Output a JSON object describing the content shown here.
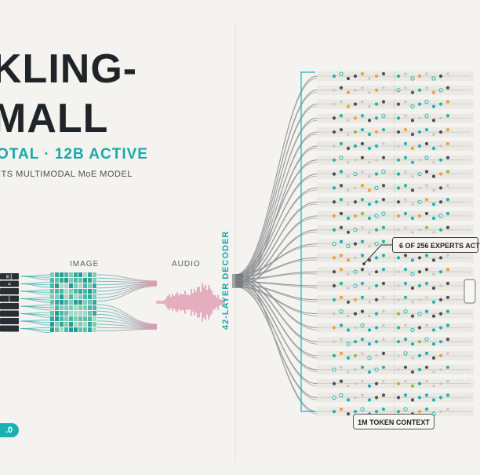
{
  "title": {
    "line1": "KLING-",
    "line2": "MALL"
  },
  "subtitle": "OTAL · 12B ACTIVE",
  "tagline": "ITS MULTIMODAL MoE MODEL",
  "sections": {
    "image": "IMAGE",
    "audio": "AUDIO"
  },
  "decoder_label": "42-LAYER DECODER",
  "experts_callout": "6 OF 256 EXPERTS ACT",
  "context_label": "1M TOKEN CONTEXT",
  "version_badge": ".0",
  "text_panel_glyphs": [
    "m]",
    "=",
    "",
    "[",
    "",
    "",
    "",
    ""
  ],
  "colors": {
    "accent_teal": "#17b3b4",
    "expert_orange": "#f0a030",
    "expert_green": "#8bbf3a",
    "audio_pink": "#e07a9c",
    "line_gray": "#8a8c8e",
    "background": "#f4f3ef"
  }
}
